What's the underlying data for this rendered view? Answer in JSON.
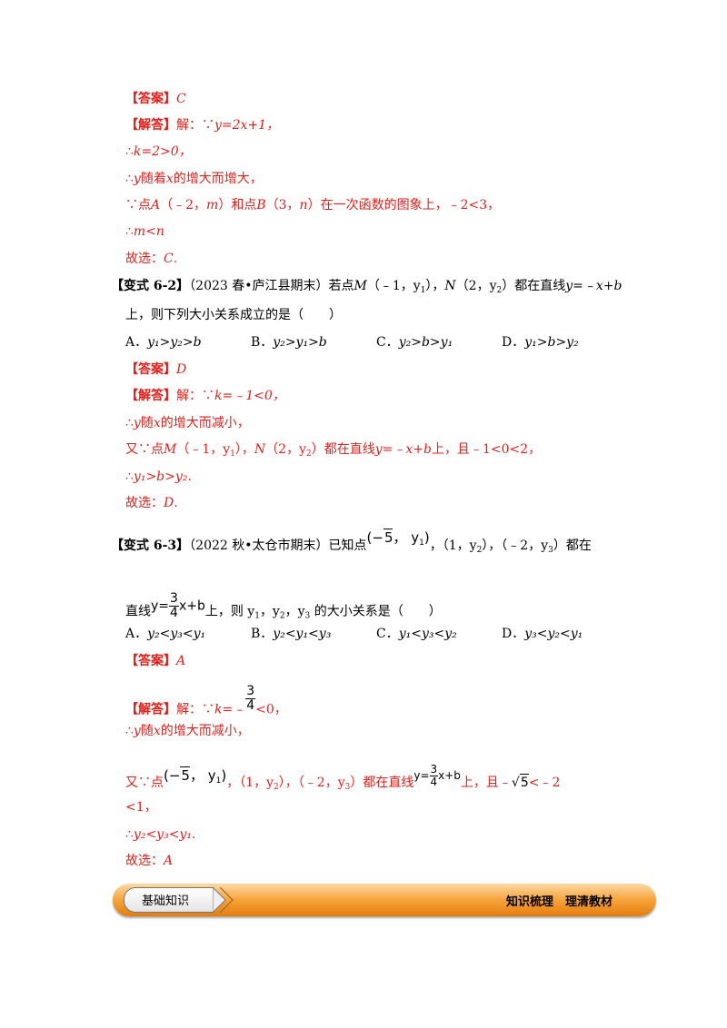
{
  "s1": {
    "answer_label": "【答案】",
    "answer_val": "C",
    "jd_label": "【解答】",
    "jd_intro": "解：",
    "because": "∵",
    "therefore": "∴",
    "l1_eq": "y=2x+1，",
    "l2": "k=2>0，",
    "l3_y": "y",
    "l3_mid": "随着",
    "l3_x": "x",
    "l3_end": "的增大而增大，",
    "l4_a": "点",
    "l4_A": "A",
    "l4_b": "（﹣2，",
    "l4_m": "m",
    "l4_c": "）和点",
    "l4_B": "B",
    "l4_d": "（3，",
    "l4_n": "n",
    "l4_e": "）在一次函数的图象上，﹣2<3，",
    "l5": "m<n",
    "l6_a": "故选：",
    "l6_b": "C",
    "l6_c": "."
  },
  "s2": {
    "tag": "【变式 6-2】",
    "src": "（2023 春•庐江县期末）若点",
    "M": "M",
    "m_coord": "（﹣1，y",
    "sub1": "1",
    "close": "），",
    "N": "N",
    "n_coord": "（2，y",
    "sub2": "2",
    "close2": "）",
    "on_line": "都在直线",
    "line_eq": "y=﹣x+b",
    "q2": "上，则下列大小关系成立的是（　　）",
    "optA_label": "A．",
    "optA": "y₁>y₂>b",
    "optB_label": "B．",
    "optB": "y₂>y₁>b",
    "optC_label": "C．",
    "optC": "y₂>b>y₁",
    "optD_label": "D．",
    "optD": "y₁>b>y₂",
    "answer_label": "【答案】",
    "answer_val": "D",
    "jd_label": "【解答】",
    "jd_intro": "解：∵",
    "l1": "k=﹣1<0，",
    "l2_a": "∴",
    "l2_y": "y",
    "l2_b": "随",
    "l2_x": "x",
    "l2_c": "的增大而减小，",
    "l3_a": "又∵点",
    "l3_M": "M",
    "l3_b": "（﹣1，y",
    "l3_s1": "1",
    "l3_c": "），",
    "l3_N": "N",
    "l3_d": "（2，y",
    "l3_s2": "2",
    "l3_e": "）都在直线",
    "l3_eq": "y=﹣x+b",
    "l3_f": "上，且﹣1<0<2，",
    "l4_a": "∴",
    "l4": "y₁>b>y₂",
    "l4_end": ".",
    "l5_a": "故选：",
    "l5_b": "D",
    "l5_c": "."
  },
  "s3": {
    "tag": "【变式 6-3】",
    "src": "（2022 秋•太仓市期末）已知点",
    "p1_a": "(−",
    "p1_r": "5",
    "p1_b": "，  y",
    "p1_s": "1",
    "p1_c": ")",
    "rest1": "，（1，y",
    "rest1_s": "2",
    "rest1_b": "），（﹣2，y",
    "rest1_s3": "3",
    "rest1_c": "）都在",
    "q2_a": "直线",
    "eq_y": "y=",
    "eq_num": "3",
    "eq_den": "4",
    "eq_rest": "x+b",
    "q2_b": "上，则 y",
    "q2_s1": "1",
    "q2_c": "，y",
    "q2_s2": "2",
    "q2_d": "，y",
    "q2_s3": "3",
    "q2_e": " 的大小关系是（　　）",
    "optA_label": "A．",
    "optA": "y₂<y₃<y₁",
    "optB_label": "B．",
    "optB": "y₂<y₁<y₃",
    "optC_label": "C．",
    "optC": "y₁<y₃<y₂",
    "optD_label": "D．",
    "optD": "y₃<y₂<y₁",
    "answer_label": "【答案】",
    "answer_val": "A",
    "jd_label": "【解答】",
    "jd_intro": "解：∵",
    "k_eq": "k=﹣",
    "k_num": "3",
    "k_den": "4",
    "k_end": "<0，",
    "l2_a": "∴",
    "l2_y": "y",
    "l2_b": "随",
    "l2_x": "x",
    "l2_c": "的增大而减小，",
    "l3_a": "又∵点",
    "l3_pa": "(−",
    "l3_pr": "5",
    "l3_pb": "，  y",
    "l3_ps": "1",
    "l3_pc": ")",
    "l3_b": "，（1，y",
    "l3_s2": "2",
    "l3_c": "），（﹣2，y",
    "l3_s3": "3",
    "l3_d": "）都在直线",
    "l3_eq_y": "y=",
    "l3_eq_num": "3",
    "l3_eq_den": "4",
    "l3_eq_rest": "x+b",
    "l3_e": "上，且﹣",
    "l3_r": "5",
    "l3_f": "<﹣2",
    "l4": "<1，",
    "l5_a": "∴",
    "l5": "y₂<y₃<y₁",
    "l5_end": ".",
    "l6_a": "故选：",
    "l6_b": "A"
  },
  "banner": {
    "tab_label": "基础知识",
    "right_label": "知识梳理　理清教材"
  }
}
